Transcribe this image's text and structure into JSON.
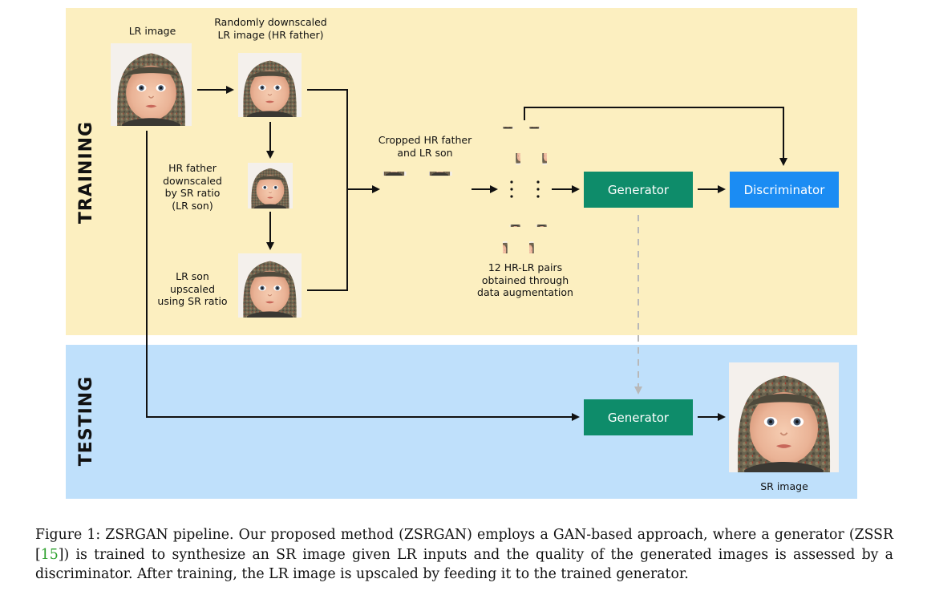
{
  "panels": {
    "training_label": "TRAINING",
    "testing_label": "TESTING"
  },
  "labels": {
    "lr_image": "LR image",
    "hr_father": "Randomly downscaled\nLR image (HR father)",
    "lr_son": "HR father\ndownscaled\nby SR ratio\n(LR son)",
    "lr_son_upscaled": "LR son\nupscaled\nusing SR ratio",
    "cropped": "Cropped HR father\nand LR son",
    "pairs": "12 HR-LR pairs\nobtained through\ndata augmentation",
    "sr_image": "SR image"
  },
  "boxes": {
    "generator_train": "Generator",
    "discriminator": "Discriminator",
    "generator_test": "Generator"
  },
  "caption": {
    "part1": "Figure 1: ZSRGAN pipeline. Our proposed method (ZSRGAN) employs a GAN-based approach, where a generator (ZSSR [",
    "ref": "15",
    "part2": "]) is trained to synthesize an SR image given LR inputs and the quality of the generated images is assessed by a discriminator. After training, the LR image is upscaled by feeding it to the trained generator."
  },
  "colors": {
    "training_bg": "#fcefc0",
    "testing_bg": "#bfe0fb",
    "generator": "#0e8c6a",
    "discriminator": "#1b8cf3",
    "ref_link": "#2ca02c"
  }
}
